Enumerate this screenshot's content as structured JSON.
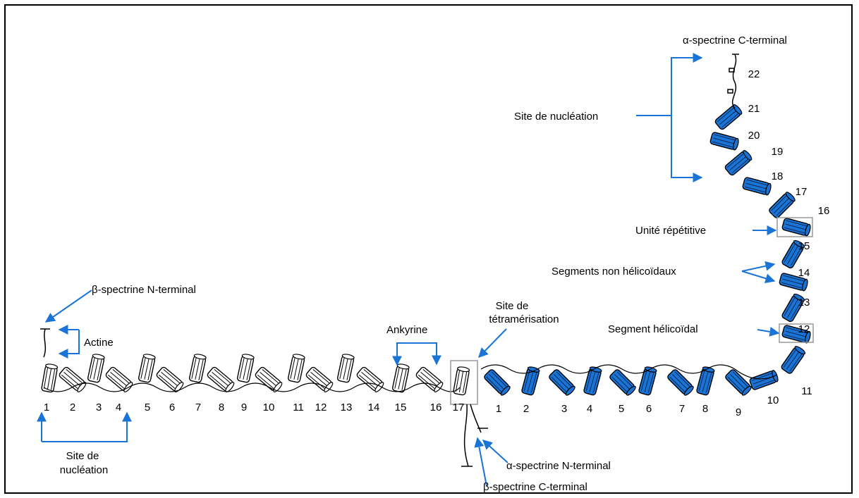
{
  "colors": {
    "blue": "#1a74d6",
    "line": "#000000",
    "white": "#ffffff",
    "box": "#999999"
  },
  "labels": {
    "alpha_c_terminal": "α-spectrine C-terminal",
    "alpha_n_terminal": "α-spectrine N-terminal",
    "beta_n_terminal": "β-spectrine N-terminal",
    "beta_c_terminal": "β-spectrine C-terminal",
    "actine": "Actine",
    "ankyrine": "Ankyrine",
    "site_tetra_1": "Site de",
    "site_tetra_2": "tétramérisation",
    "site_nucl_left_1": "Site de",
    "site_nucl_left_2": "nucléation",
    "site_nucl_right": "Site de nucléation",
    "unite_repetitive": "Unité répétitive",
    "segments_non_helicoidaux": "Segments non hélicoïdaux",
    "segment_helicoidal": "Segment hélicoïdal"
  },
  "beta_numbers": [
    "1",
    "2",
    "3",
    "4",
    "5",
    "6",
    "7",
    "8",
    "9",
    "10",
    "11",
    "12",
    "13",
    "14",
    "15",
    "16",
    "17"
  ],
  "alpha_numbers": [
    "1",
    "2",
    "3",
    "4",
    "5",
    "6",
    "7",
    "8",
    "9",
    "10",
    "11",
    "12",
    "13",
    "14",
    "15",
    "16",
    "17",
    "18",
    "19",
    "20",
    "21",
    "22"
  ]
}
